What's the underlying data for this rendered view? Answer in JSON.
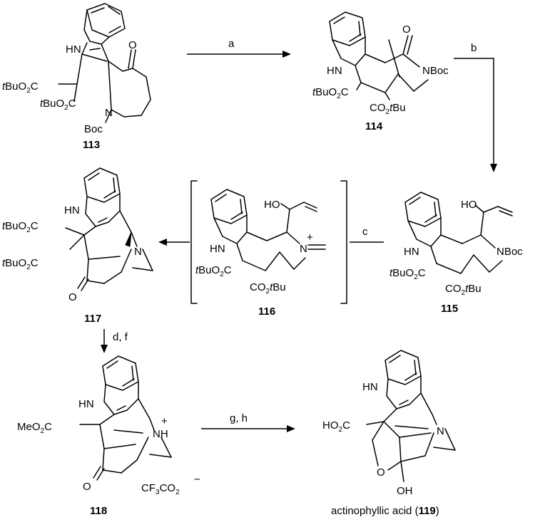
{
  "compounds": {
    "c113": {
      "id": "113",
      "labels": {
        "nh": "HN",
        "o": "O",
        "n": "N",
        "boc": "Boc",
        "ester1": "tBuO2C",
        "ester2": "tBuO2C"
      }
    },
    "c114": {
      "id": "114",
      "labels": {
        "nh": "HN",
        "o": "O",
        "nboc": "NBoc",
        "ester1": "tBuO2C",
        "ester2": "CO2tBu"
      }
    },
    "c115": {
      "id": "115",
      "labels": {
        "nh": "HN",
        "ho": "HO",
        "nboc": "NBoc",
        "ester1": "tBuO2C",
        "ester2": "CO2tBu"
      }
    },
    "c116": {
      "id": "116",
      "labels": {
        "nh": "HN",
        "ho": "HO",
        "n": "N",
        "charge": "+",
        "ester1": "tBuO2C",
        "ester2": "CO2tBu"
      }
    },
    "c117": {
      "id": "117",
      "labels": {
        "nh": "HN",
        "n": "N",
        "o": "O",
        "ester1": "tBuO2C",
        "ester2": "tBuO2C"
      }
    },
    "c118": {
      "id": "118",
      "labels": {
        "nh": "HN",
        "nh2": "NH",
        "charge": "+",
        "o": "O",
        "ester": "MeO2C",
        "counter": "CF3CO2",
        "counter_charge": "−"
      }
    },
    "c119": {
      "id": "119",
      "name": "actinophyllic acid",
      "labels": {
        "nh": "HN",
        "n": "N",
        "o": "O",
        "oh": "OH",
        "acid": "HO2C"
      }
    }
  },
  "reagents": {
    "a": "a",
    "b": "b",
    "c": "c",
    "df": "d, f",
    "gh": "g, h"
  }
}
